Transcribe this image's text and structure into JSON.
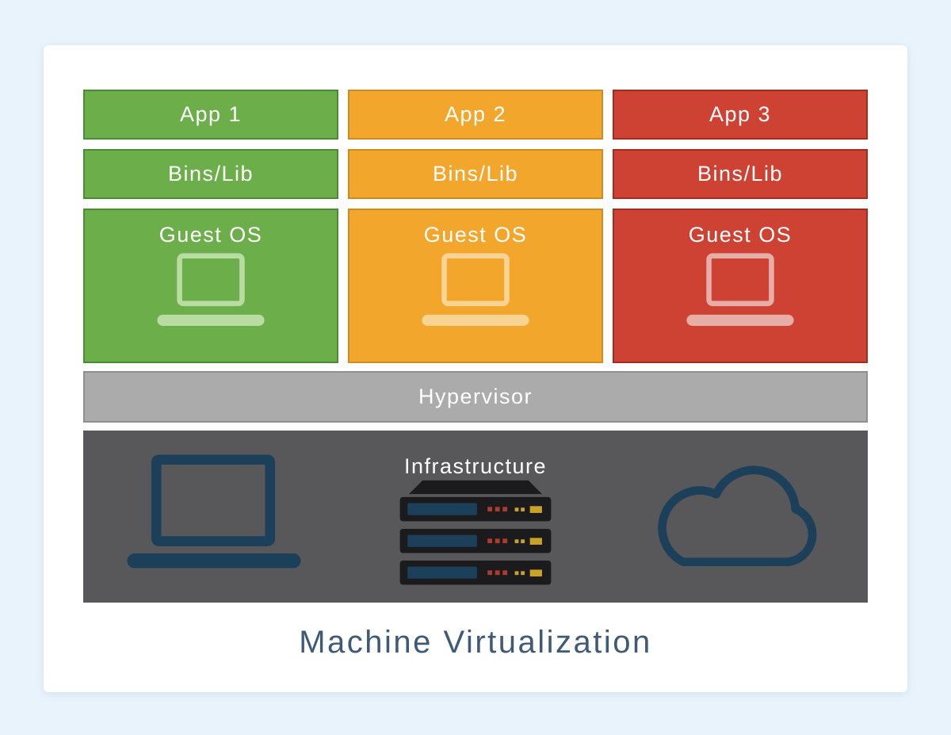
{
  "title": "Machine Virtualization",
  "title_color": "#3e5a76",
  "stack": {
    "columns": [
      {
        "app_label": "App 1",
        "bins_label": "Bins/Lib",
        "os_label": "Guest OS",
        "fill": "#6cae49",
        "border": "#4b8b33",
        "icon": "#b9dca3"
      },
      {
        "app_label": "App 2",
        "bins_label": "Bins/Lib",
        "os_label": "Guest OS",
        "fill": "#f3a62c",
        "border": "#d08a1e",
        "icon": "#f8d494"
      },
      {
        "app_label": "App 3",
        "bins_label": "Bins/Lib",
        "os_label": "Guest OS",
        "fill": "#cd4233",
        "border": "#a52d1f",
        "icon": "#e6aea6"
      }
    ],
    "hypervisor": {
      "label": "Hypervisor",
      "fill": "#ababab",
      "border": "#8f8f8f"
    },
    "infrastructure": {
      "label": "Infrastructure",
      "fill": "#58585a",
      "icon_color": "#1c4059",
      "server_body": "#1b1b1e",
      "led_red": "#b03a2e",
      "led_yellow": "#c9a227"
    }
  }
}
